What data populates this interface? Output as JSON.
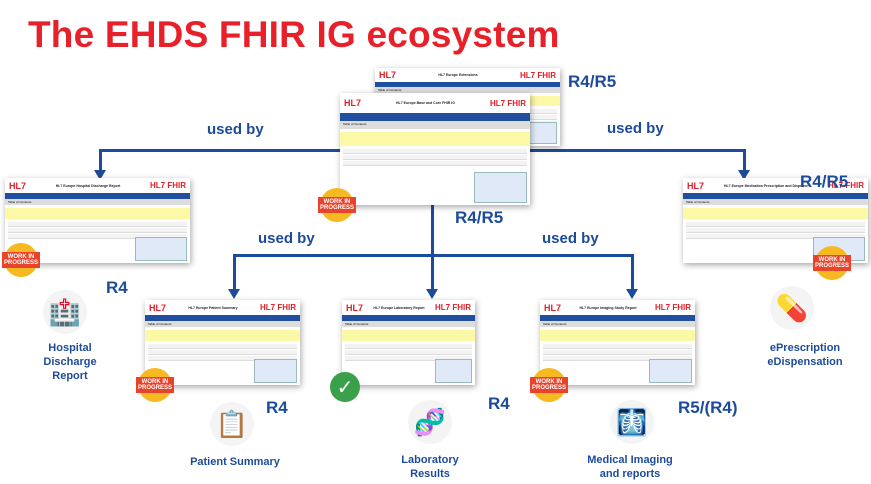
{
  "title": "The EHDS FHIR IG ecosystem",
  "used_by": "used by",
  "guides": {
    "extensions": {
      "title": "HL7 Europe Extensions",
      "version": "R4/R5"
    },
    "base": {
      "title": "HL7 Europe Base and Core FHIR IG",
      "version": "R4/R5"
    },
    "hdr": {
      "title": "HL7 Europe Hospital Discharge Report",
      "version": "R4",
      "label": "Hospital Discharge Report"
    },
    "mpd": {
      "title": "HL7 Europe Medication Prescription and Dispense",
      "version": "R4/R5",
      "label1": "ePrescription",
      "label2": "eDispensation"
    },
    "ps": {
      "title": "HL7 Europe Patient Summary",
      "version": "R4",
      "label": "Patient Summary"
    },
    "lab": {
      "title": "HL7 Europe Laboratory Report",
      "version": "R4",
      "label1": "Laboratory",
      "label2": "Results"
    },
    "img": {
      "title": "HL7 Europe Imaging Study Report",
      "version": "R5/(R4)",
      "label1": "Medical Imaging",
      "label2": "and reports"
    }
  },
  "thumb_brand": {
    "hl7": "HL7",
    "fhir": "HL7 FHIR",
    "toc": "Table of Contents"
  },
  "badges": {
    "wip": "WORK IN PROGRESS"
  },
  "colors": {
    "title": "#e8202a",
    "accent": "#1d4b9b"
  }
}
